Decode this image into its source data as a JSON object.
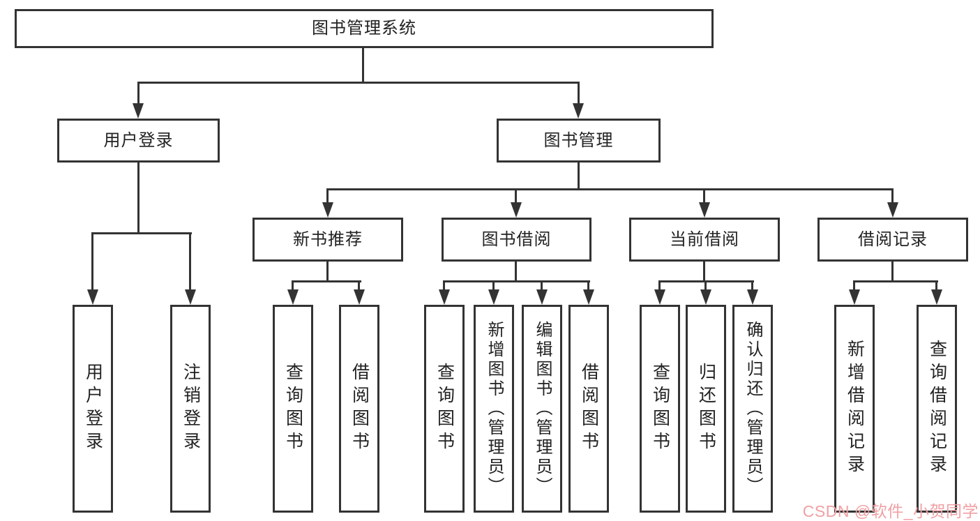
{
  "diagram": {
    "type": "hierarchy-tree",
    "root": {
      "label": "图书管理系统"
    },
    "branches": [
      {
        "label": "用户登录",
        "children": [
          {
            "label": "用户登录"
          },
          {
            "label": "注销登录"
          }
        ]
      },
      {
        "label": "图书管理",
        "children": [
          {
            "label": "新书推荐",
            "children": [
              {
                "label": "查询图书"
              },
              {
                "label": "借阅图书"
              }
            ]
          },
          {
            "label": "图书借阅",
            "children": [
              {
                "label": "查询图书"
              },
              {
                "label": "新增图书（管理员）"
              },
              {
                "label": "编辑图书（管理员）"
              },
              {
                "label": "借阅图书"
              }
            ]
          },
          {
            "label": "当前借阅",
            "children": [
              {
                "label": "查询图书"
              },
              {
                "label": "归还图书"
              },
              {
                "label": "确认归还（管理员）"
              }
            ]
          },
          {
            "label": "借阅记录",
            "children": [
              {
                "label": "新增借阅记录"
              },
              {
                "label": "查询借阅记录"
              }
            ]
          }
        ]
      }
    ]
  },
  "watermark": {
    "text": "CSDN @软件_小贺同学",
    "color": "#F0A0A4"
  },
  "style": {
    "line_color": "#333333",
    "box_border_color": "#333333",
    "box_background": "#FFFFFF",
    "text_color": "#222222",
    "page_background": "#FFFFFF"
  }
}
